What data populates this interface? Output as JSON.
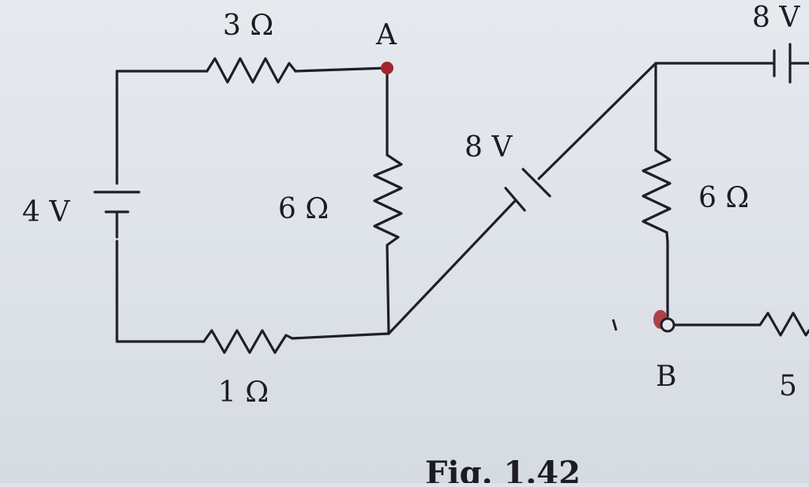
{
  "figure": {
    "caption": "Fig. 1.42",
    "labels": {
      "r_top": "3 Ω",
      "node_a": "A",
      "battery_top_right": "8 V",
      "battery_left": "4 V",
      "r_middle": "6 Ω",
      "battery_diagonal": "8 V",
      "r_right": "6 Ω",
      "r_bottom": "1 Ω",
      "node_b": "B",
      "r_bottom_right": "5"
    },
    "colors": {
      "wire": "#1f1f26",
      "node_marker": "#a3242c",
      "paper": "#e2e6ec"
    }
  }
}
